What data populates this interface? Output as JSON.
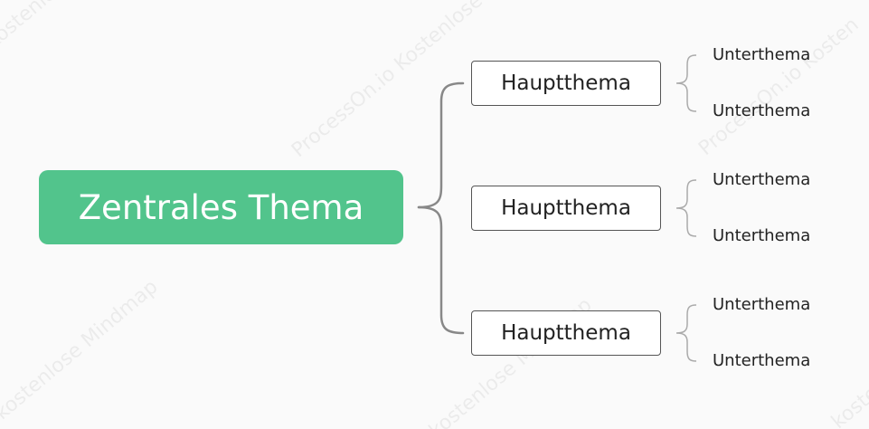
{
  "central_topic": {
    "label": "Zentrales Thema"
  },
  "main_topics": [
    {
      "label": "Hauptthema",
      "subtopics": [
        {
          "label": "Unterthema"
        },
        {
          "label": "Unterthema"
        }
      ]
    },
    {
      "label": "Hauptthema",
      "subtopics": [
        {
          "label": "Unterthema"
        },
        {
          "label": "Unterthema"
        }
      ]
    },
    {
      "label": "Hauptthema",
      "subtopics": [
        {
          "label": "Unterthema"
        },
        {
          "label": "Unterthema"
        }
      ]
    }
  ],
  "watermark": {
    "text_a": "ProcessOn.io Kostenlose Mindmap",
    "text_b": "kostenlose Mindmap",
    "text_c": "ProcessOn.io Kosten"
  },
  "colors": {
    "central_fill": "#52c48c",
    "central_text": "#ffffff",
    "connector": "#888888",
    "brace": "#aaaaaa",
    "topic_border": "#555555",
    "background": "#fafafa"
  }
}
